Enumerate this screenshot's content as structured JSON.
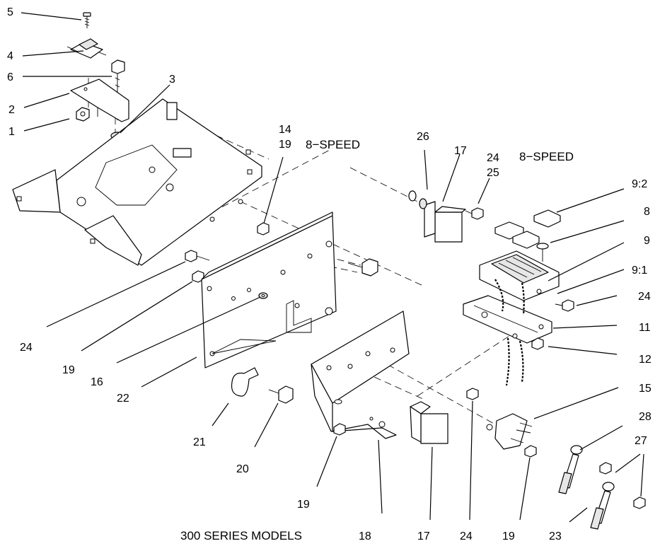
{
  "captions": {
    "speed_left": "8−SPEED",
    "speed_right": "8−SPEED",
    "series": "300 SERIES MODELS"
  },
  "callouts": {
    "c5": "5",
    "c4": "4",
    "c6": "6",
    "c2": "2",
    "c1": "1",
    "c3": "3",
    "c14": "14",
    "c19_top": "19",
    "c26": "26",
    "c17_top": "17",
    "c24_top": "24",
    "c25": "25",
    "c9_2": "9:2",
    "c8": "8",
    "c9": "9",
    "c9_1": "9:1",
    "c24_right": "24",
    "c11": "11",
    "c12": "12",
    "c15": "15",
    "c28": "28",
    "c27": "27",
    "c24_left": "24",
    "c19_left": "19",
    "c16": "16",
    "c22": "22",
    "c21": "21",
    "c20": "20",
    "c19_bottom": "19",
    "c18": "18",
    "c17_bottom": "17",
    "c24_bottom": "24",
    "c19_bottom2": "19",
    "c23": "23"
  }
}
